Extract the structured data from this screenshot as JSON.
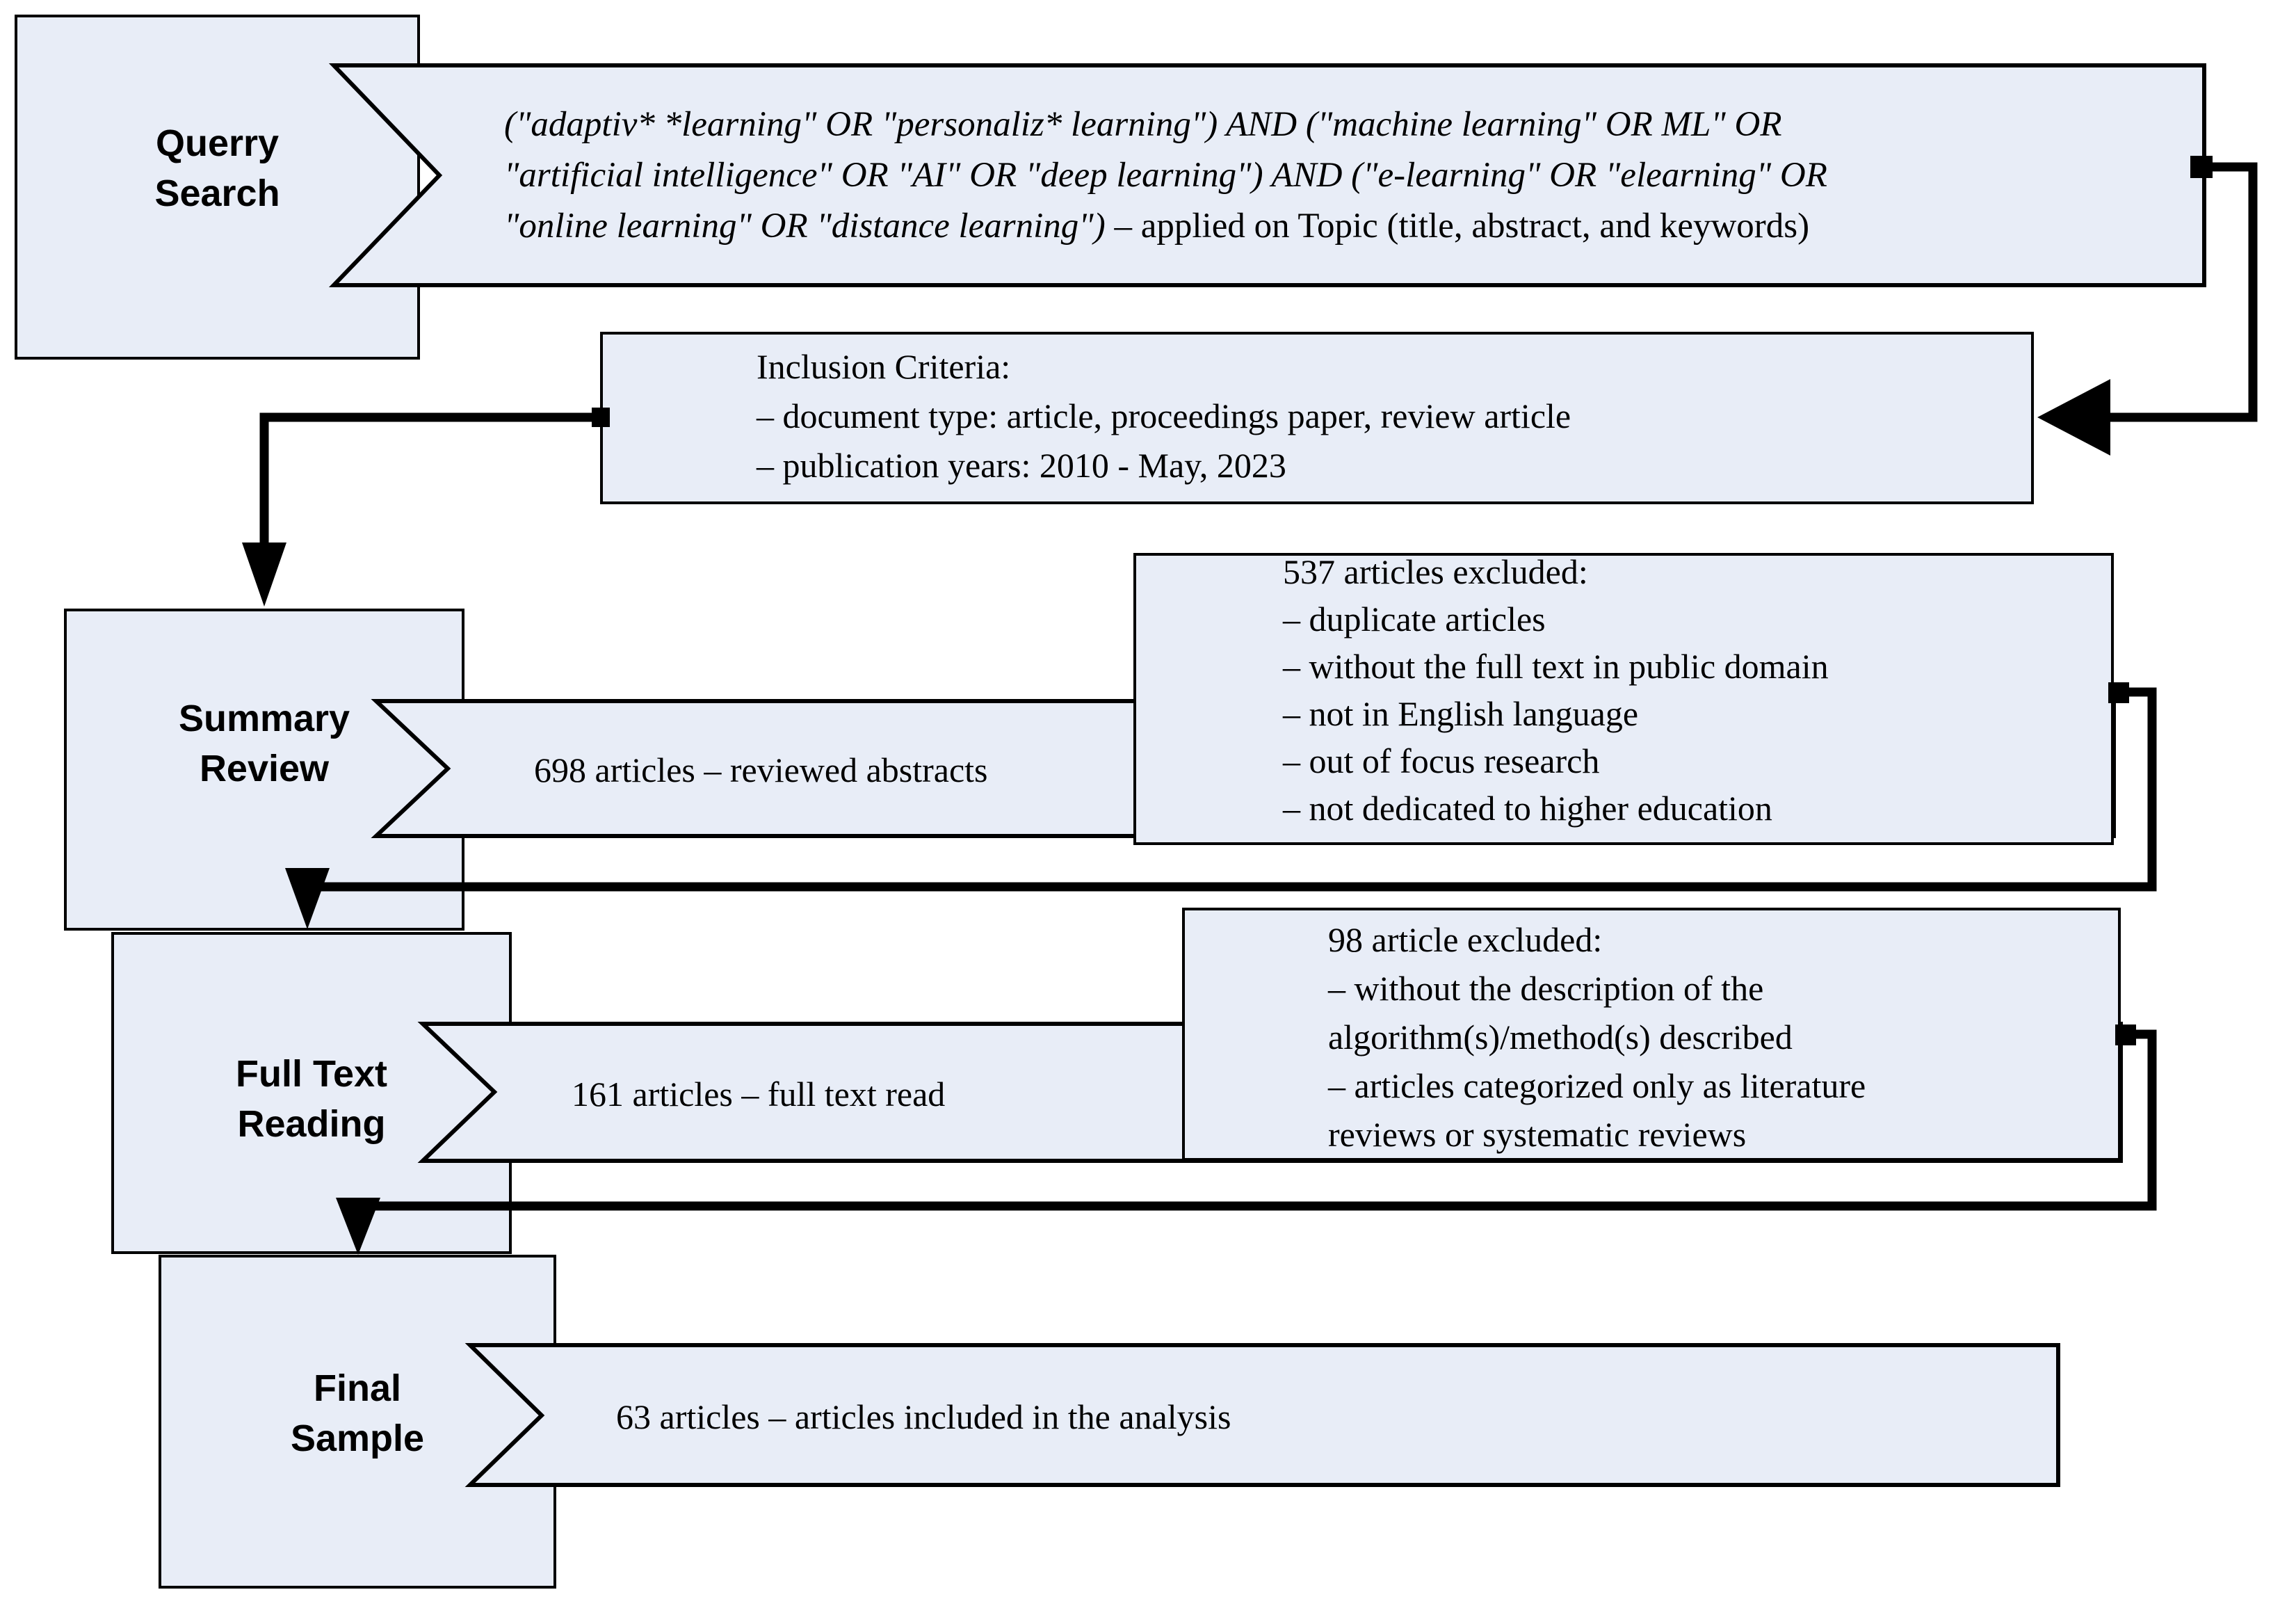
{
  "diagram": {
    "stages": [
      {
        "label1": "Querry",
        "label2": "Search"
      },
      {
        "label1": "Summary",
        "label2": "Review"
      },
      {
        "label1": "Full Text",
        "label2": "Reading"
      },
      {
        "label1": "Final",
        "label2": "Sample"
      }
    ],
    "query_banner": {
      "line1": "(\"adaptiv* *learning\" OR \"personaliz* learning\") AND (\"machine learning\" OR ML\" OR",
      "line2": "\"artificial intelligence\" OR \"AI\" OR \"deep learning\") AND (\"e-learning\" OR \"elearning\" OR",
      "line3_italic": "\"online learning\" OR \"distance learning\") ",
      "line3_regular": "– applied on Topic (title, abstract, and keywords)"
    },
    "inclusion_box": {
      "line1": "Inclusion Criteria:",
      "line2": "– document type: article, proceedings paper, review article",
      "line3": "– publication years: 2010 - May, 2023"
    },
    "summary_banner_text": "698 articles – reviewed abstracts",
    "excluded_537": {
      "line1": "537 articles excluded:",
      "line2": "– duplicate articles",
      "line3": "– without the full text in public domain",
      "line4": "– not in English language",
      "line5": "– out of focus research",
      "line6": "– not dedicated to higher education"
    },
    "fulltext_banner_text": "161 articles – full text read",
    "excluded_98": {
      "line1": "98 article excluded:",
      "line2": "– without the description of the",
      "line3": "algorithm(s)/method(s) described",
      "line4": "– articles categorized only as literature",
      "line5": "reviews or systematic reviews"
    },
    "final_banner_text": "63 articles – articles included in the analysis",
    "colors": {
      "box_fill": "#e8edf7",
      "border": "#000000"
    }
  }
}
